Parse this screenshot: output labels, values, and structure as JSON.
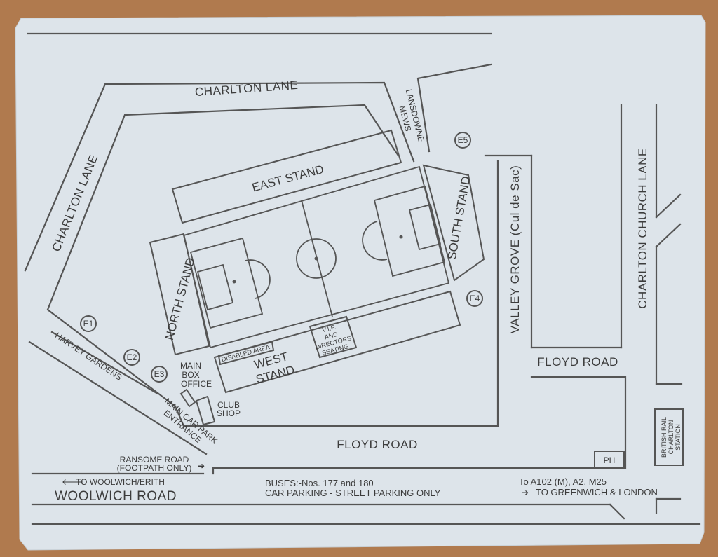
{
  "roads": {
    "charlton_lane_top": "CHARLTON LANE",
    "charlton_lane_left": "CHARLTON LANE",
    "lansdowne_mews": [
      "LANSDOWNE",
      "MEWS"
    ],
    "valley_grove": "VALLEY GROVE (Cul de Sac)",
    "charlton_church_lane": "CHARLTON CHURCH LANE",
    "floyd_road_right": "FLOYD ROAD",
    "floyd_road_bottom": "FLOYD ROAD",
    "harvey_gardens": "HARVEY GARDENS",
    "main_car_park": [
      "MAIN CAR PARK",
      "ENTRANCE"
    ],
    "ransome_road": [
      "RANSOME ROAD",
      "(FOOTPATH ONLY)"
    ],
    "woolwich_road": "WOOLWICH ROAD",
    "to_woolwich": "TO WOOLWICH/ERITH"
  },
  "stands": {
    "east": "EAST STAND",
    "south": "SOUTH STAND",
    "north": "NORTH STAND",
    "west": [
      "WEST",
      "STAND"
    ],
    "disabled": "DISABLED AREA",
    "vip": [
      "V.I.P.",
      "AND",
      "DIRECTORS",
      "SEATING"
    ]
  },
  "entrances": [
    "E1",
    "E2",
    "E3",
    "E4",
    "E5"
  ],
  "facilities": {
    "box_office": [
      "MAIN",
      "BOX",
      "OFFICE"
    ],
    "club_shop": [
      "CLUB",
      "SHOP"
    ],
    "pub": "PH",
    "station": [
      "BRITISH RAIL",
      "CHARLTON",
      "STATION"
    ]
  },
  "info": {
    "buses": "BUSES:-Nos. 177 and 180",
    "parking": "CAR PARKING - STREET PARKING ONLY",
    "to_a102": "To A102 (M), A2, M25",
    "to_greenwich": "TO GREENWICH & LONDON"
  },
  "colors": {
    "paper": "#dde4ea",
    "ink": "#555555",
    "background": "#b07a4e"
  }
}
